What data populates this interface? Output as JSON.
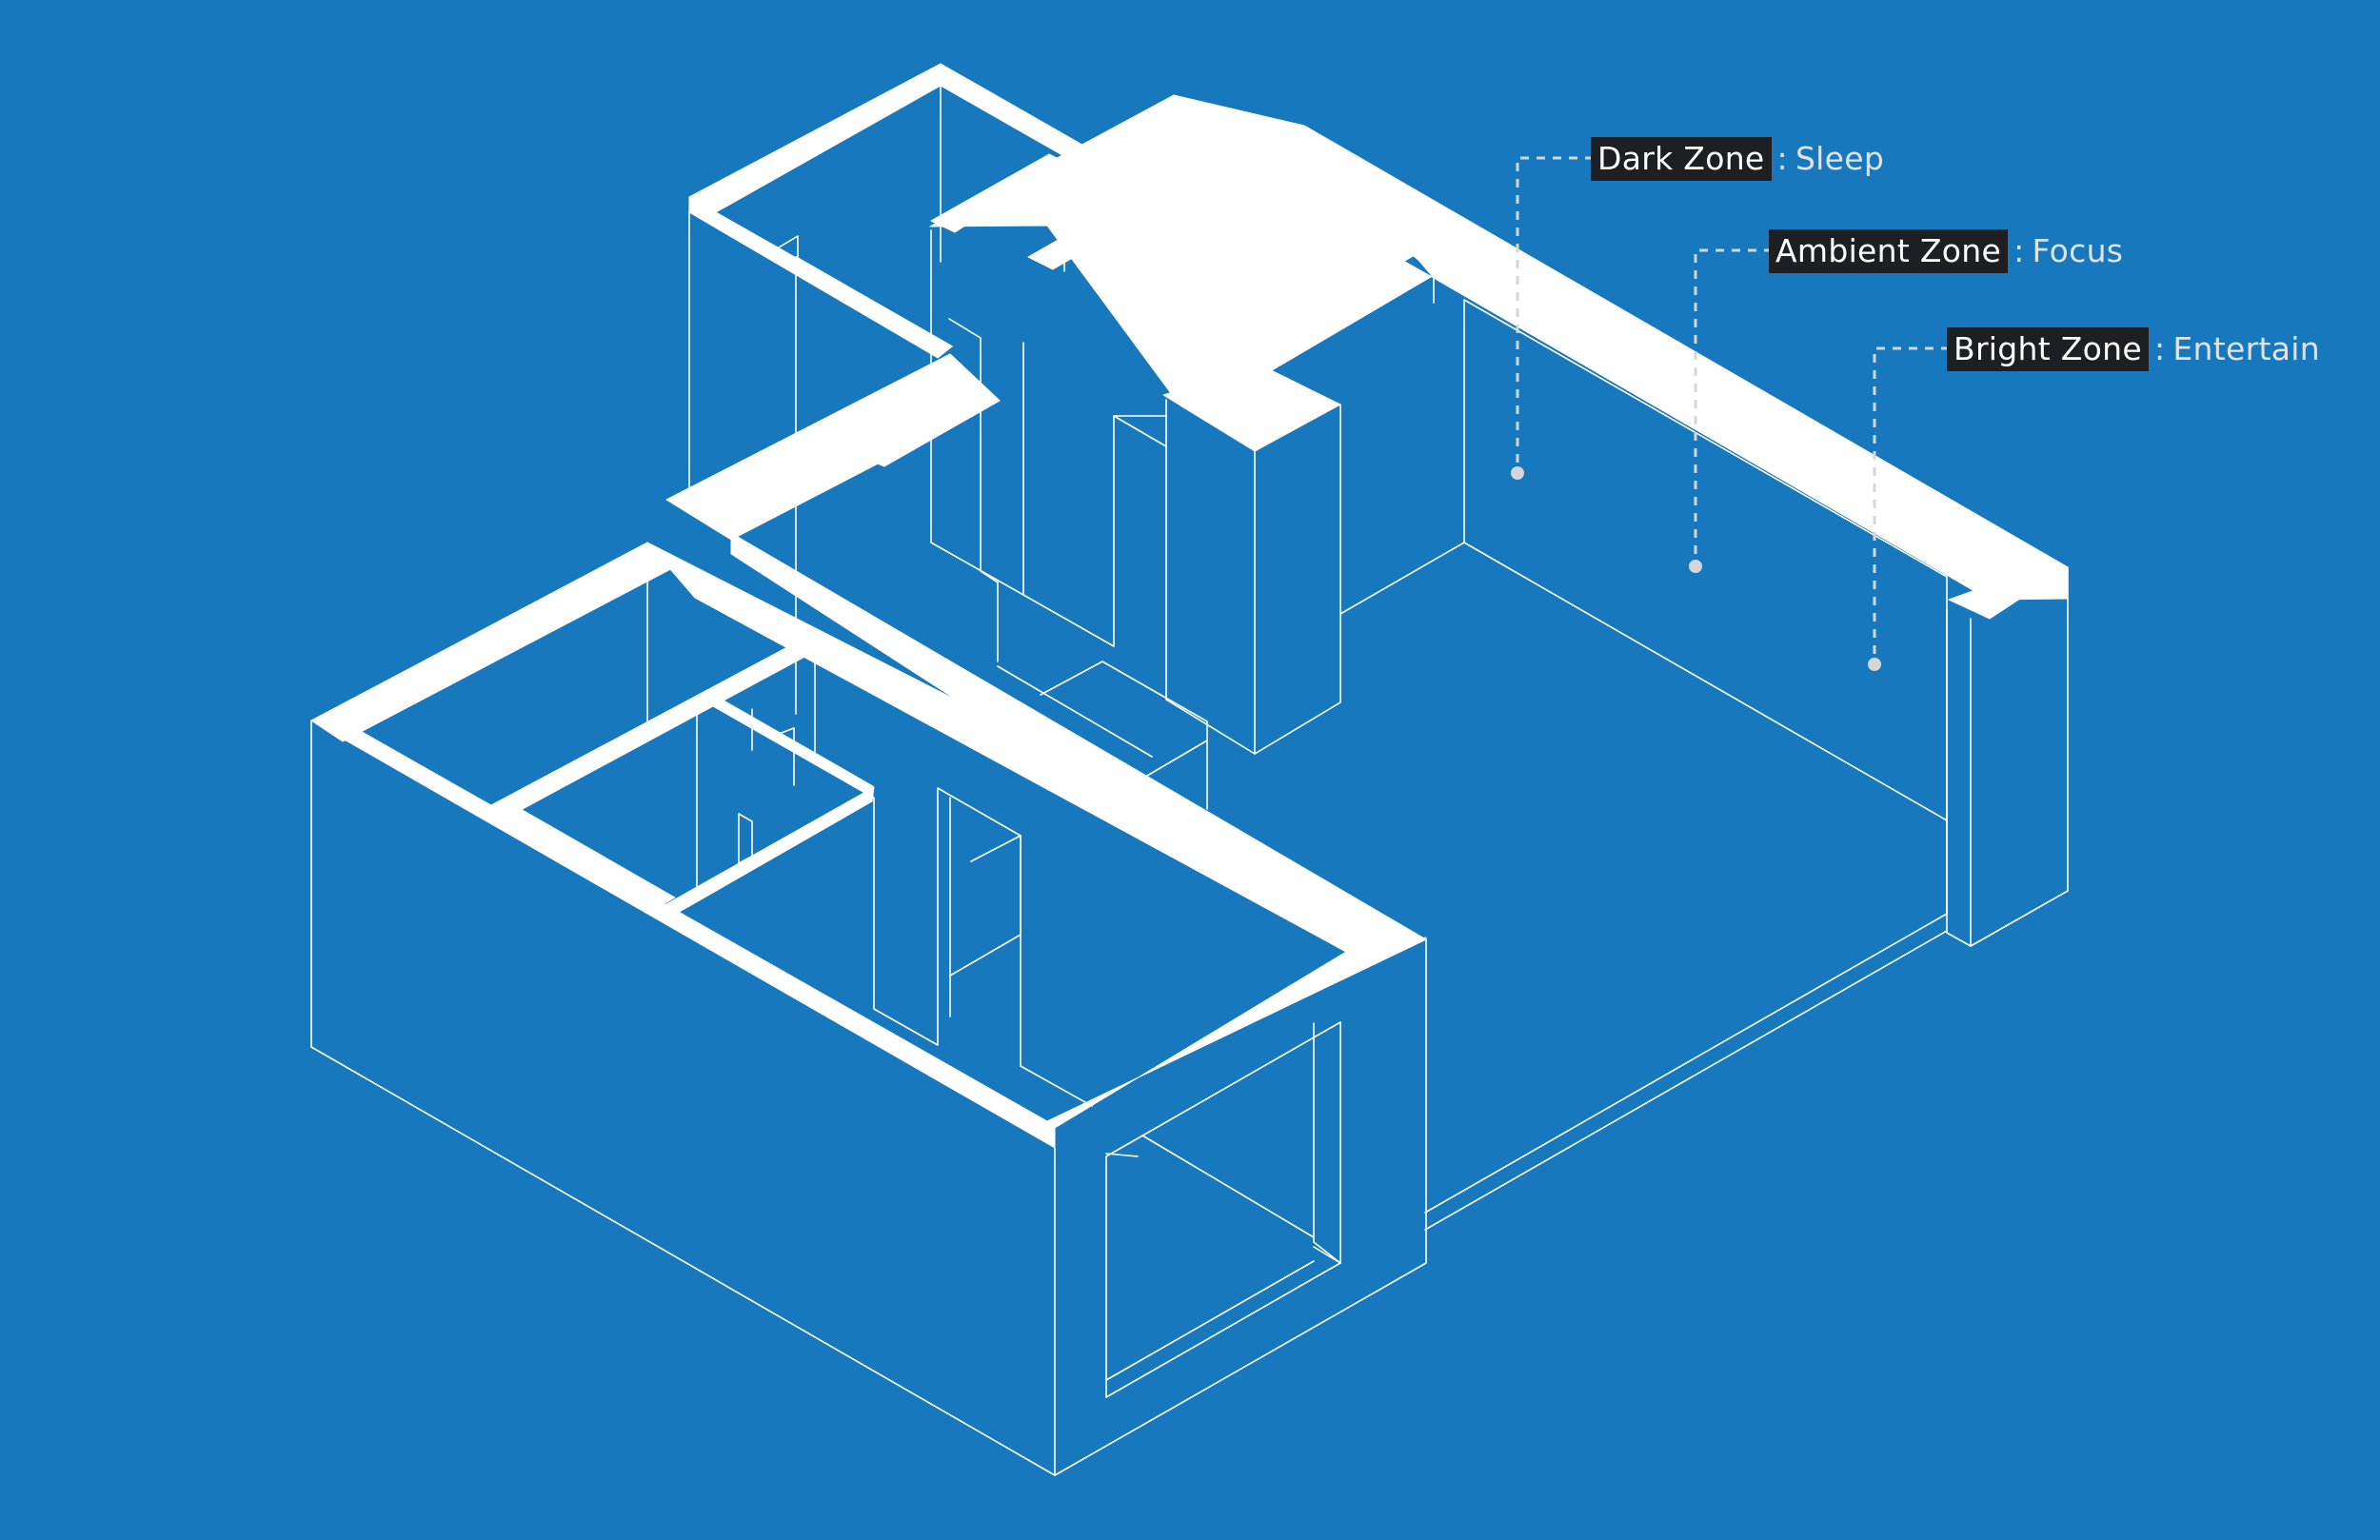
{
  "zones": [
    {
      "name": "Dark Zone",
      "separator": ":",
      "activity": "Sleep"
    },
    {
      "name": "Ambient Zone",
      "separator": ":",
      "activity": "Focus"
    },
    {
      "name": "Bright Zone",
      "separator": ":",
      "activity": "Entertain"
    }
  ],
  "colors": {
    "background": "#1878be",
    "lines": "#ffffff",
    "tag_background": "#1e1f22",
    "leader": "#d4d6da"
  }
}
